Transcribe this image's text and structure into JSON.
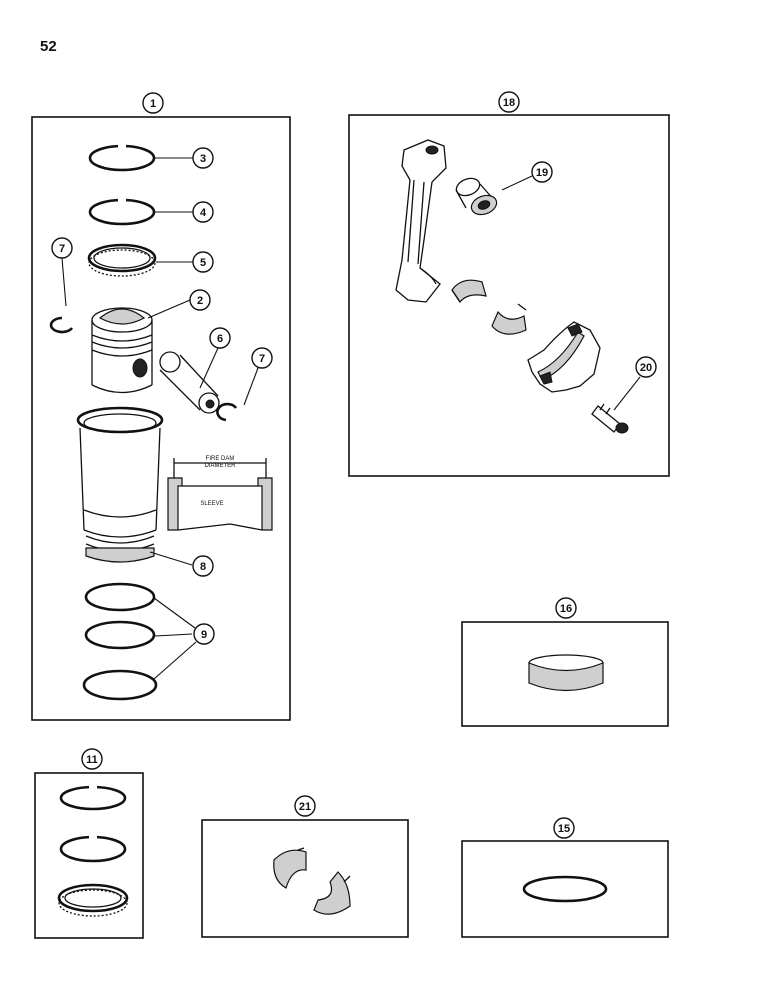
{
  "page": {
    "number": "52"
  },
  "panels": [
    {
      "id": "1",
      "callout": "1"
    },
    {
      "id": "18",
      "callout": "18"
    },
    {
      "id": "16",
      "callout": "16"
    },
    {
      "id": "11",
      "callout": "11"
    },
    {
      "id": "21",
      "callout": "21"
    },
    {
      "id": "15",
      "callout": "15"
    }
  ],
  "callouts": {
    "c1": "1",
    "c2": "2",
    "c3": "3",
    "c4": "4",
    "c5": "5",
    "c6": "6",
    "c7a": "7",
    "c7b": "7",
    "c8": "8",
    "c9": "9",
    "c11": "11",
    "c15": "15",
    "c16": "16",
    "c18": "18",
    "c19": "19",
    "c20": "20",
    "c21": "21"
  },
  "sleeve_detail": {
    "top_label": "FIRE DAM",
    "top_label_2": "DIAMETER",
    "body_label": "SLEEVE"
  },
  "icons": [
    "piston-ring-icon",
    "piston-icon",
    "piston-pin-icon",
    "snap-ring-icon",
    "cylinder-sleeve-icon",
    "connecting-rod-icon",
    "bushing-icon",
    "bearing-shell-icon",
    "rod-bolt-icon"
  ]
}
